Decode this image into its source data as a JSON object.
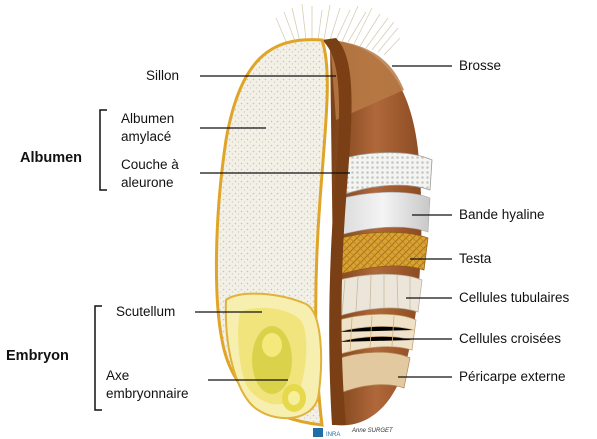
{
  "labels": {
    "sillon": "Sillon",
    "albumen_amylace_l1": "Albumen",
    "albumen_amylace_l2": "amylacé",
    "couche_aleurone_l1": "Couche à",
    "couche_aleurone_l2": "aleurone",
    "scutellum": "Scutellum",
    "axe_l1": "Axe",
    "axe_l2": "embryonnaire",
    "brosse": "Brosse",
    "bande_hyaline": "Bande hyaline",
    "testa": "Testa",
    "cellules_tubulaires": "Cellules tubulaires",
    "cellules_croisees": "Cellules croisées",
    "pericarpe_externe": "Péricarpe externe"
  },
  "groups": {
    "albumen": "Albumen",
    "embryon": "Embryon"
  },
  "credit": {
    "logo": "INRA",
    "author": "Anne SURGET"
  },
  "colors": {
    "albumen_fill": "#f2efe6",
    "grain_edge": "#e0a528",
    "pericarp_brown": "#9a5a2a",
    "testa_gold": "#d79a2c",
    "embryo_yellow": "#f4e27a"
  }
}
